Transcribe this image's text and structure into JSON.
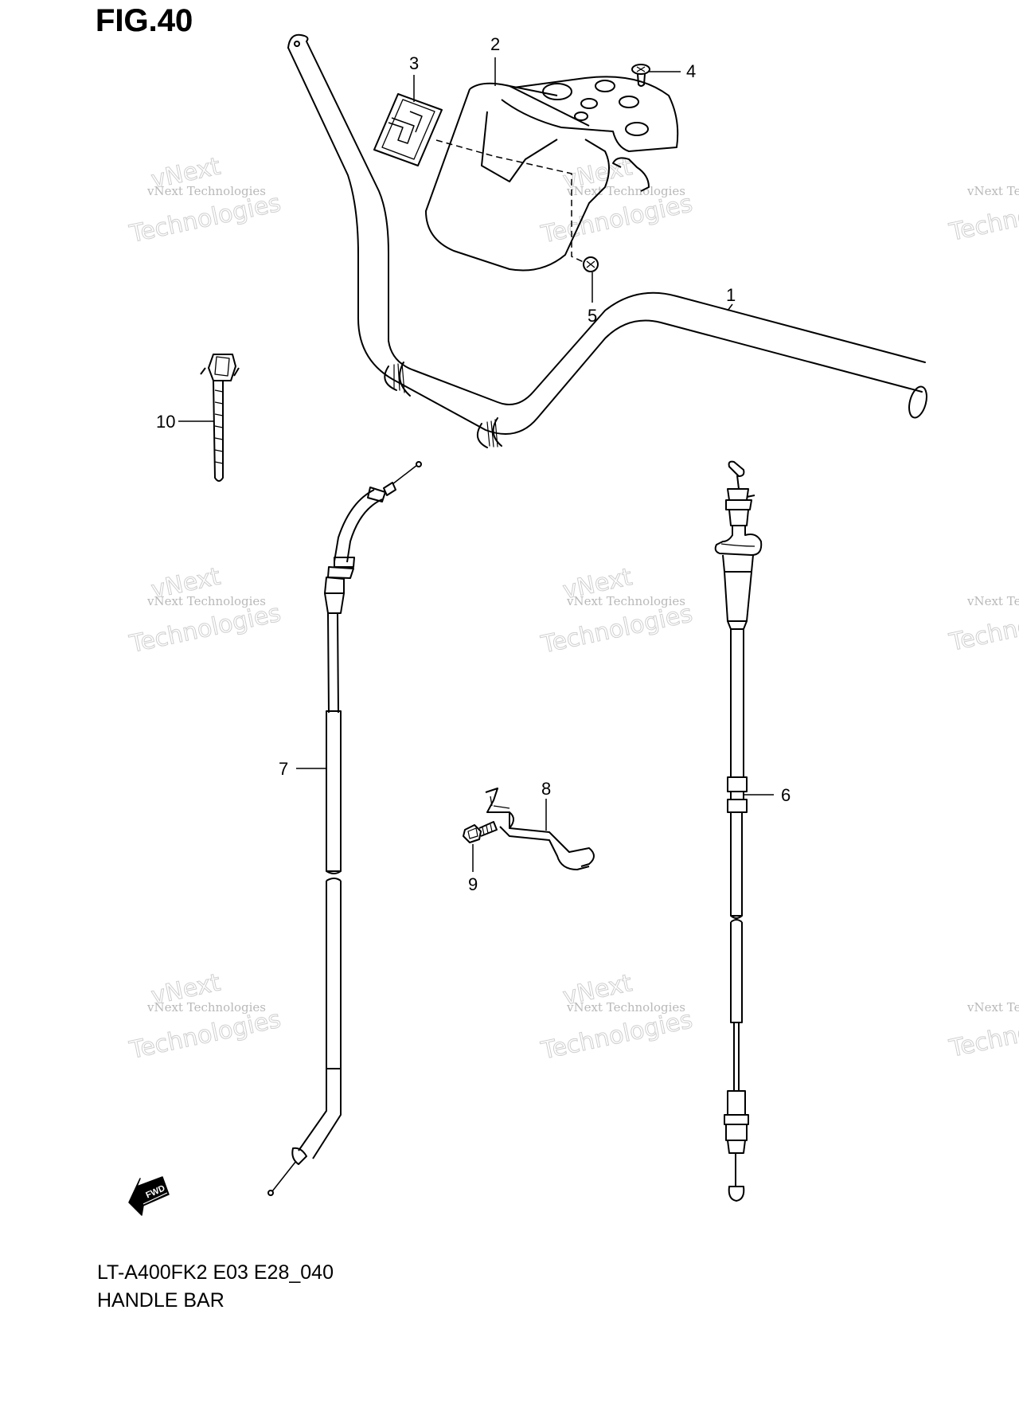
{
  "figure": {
    "title": "FIG.40",
    "model_code": "LT-A400FK2 E03 E28_040",
    "name": "HANDLE BAR"
  },
  "callouts": [
    "1",
    "2",
    "3",
    "4",
    "5",
    "6",
    "7",
    "8",
    "9",
    "10"
  ],
  "watermark": {
    "line1": "vNext Technologies",
    "line2": "Technologies",
    "line3": "vNext"
  },
  "direction_marker": "FWD"
}
